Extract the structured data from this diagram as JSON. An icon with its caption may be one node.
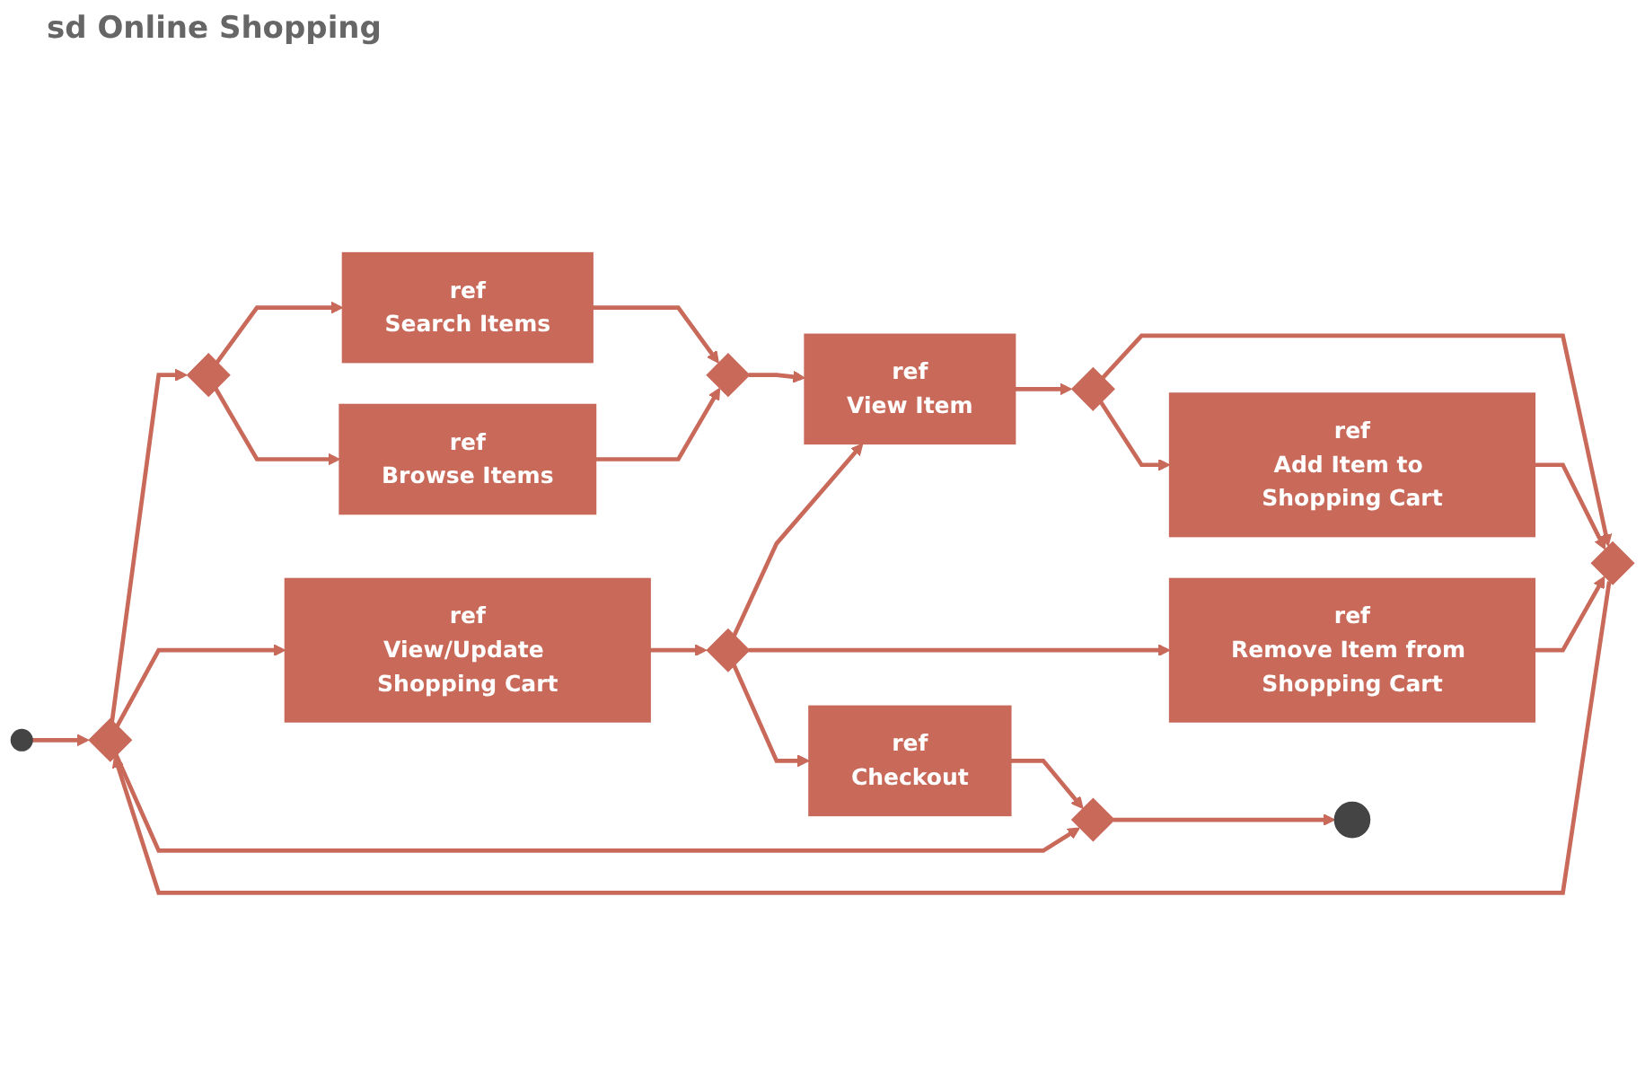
{
  "diagram": {
    "title": "sd Online Shopping",
    "nodes": [
      {
        "text": [],
        "shape": "circle"
      },
      {
        "text": [],
        "shape": "diamond"
      },
      {
        "text": [],
        "shape": "diamond"
      },
      {
        "text": [
          "ref",
          "Search Items"
        ]
      },
      {
        "text": [
          "ref",
          "Browse Items"
        ]
      },
      {
        "text": [],
        "shape": "diamond"
      },
      {
        "text": [
          "ref",
          "View Item"
        ]
      },
      {
        "text": [],
        "shape": "diamond"
      },
      {
        "text": [
          "ref",
          "Add Item to Shopping Cart"
        ]
      },
      {
        "text": [],
        "shape": "diamond"
      },
      {
        "text": [
          "ref",
          "View/Update Shopping Cart"
        ]
      },
      {
        "text": [],
        "shape": "diamond"
      },
      {
        "text": [
          "ref",
          "Remove Item from Shopping Cart"
        ]
      },
      {
        "text": [
          "ref",
          "Checkout"
        ]
      },
      {
        "text": [],
        "shape": "diamond"
      },
      {
        "text": [],
        "shape": "circle"
      }
    ],
    "edges": [
      {
        "from": 0,
        "to": 1,
        "arrow": "to"
      },
      {
        "from": 1,
        "to": 2,
        "arrow": "to"
      },
      {
        "from": 1,
        "to": 10,
        "arrow": "to"
      },
      {
        "from": 1,
        "to": 14,
        "arrow": "to"
      },
      {
        "from": 2,
        "to": 3,
        "arrow": "to"
      },
      {
        "from": 2,
        "to": 4,
        "arrow": "to"
      },
      {
        "from": 3,
        "to": 5,
        "arrow": "to"
      },
      {
        "from": 4,
        "to": 5,
        "arrow": "to"
      },
      {
        "from": 5,
        "to": 6,
        "arrow": "to"
      },
      {
        "from": 6,
        "to": 7,
        "arrow": "to"
      },
      {
        "from": 7,
        "to": 9,
        "arrow": "to"
      },
      {
        "from": 7,
        "to": 8,
        "arrow": "to"
      },
      {
        "from": 8,
        "to": 9,
        "arrow": "to"
      },
      {
        "from": 9,
        "to": 1,
        "arrow": "to"
      },
      {
        "from": 12,
        "to": 9,
        "arrow": "to"
      },
      {
        "from": 10,
        "to": 11,
        "arrow": "to"
      },
      {
        "from": 11,
        "to": 6,
        "arrow": "to"
      },
      {
        "from": 11,
        "to": 12,
        "arrow": "to"
      },
      {
        "from": 11,
        "to": 13,
        "arrow": "to"
      },
      {
        "from": 13,
        "to": 14,
        "arrow": "to"
      },
      {
        "from": 14,
        "to": 15,
        "arrow": "to"
      }
    ]
  }
}
